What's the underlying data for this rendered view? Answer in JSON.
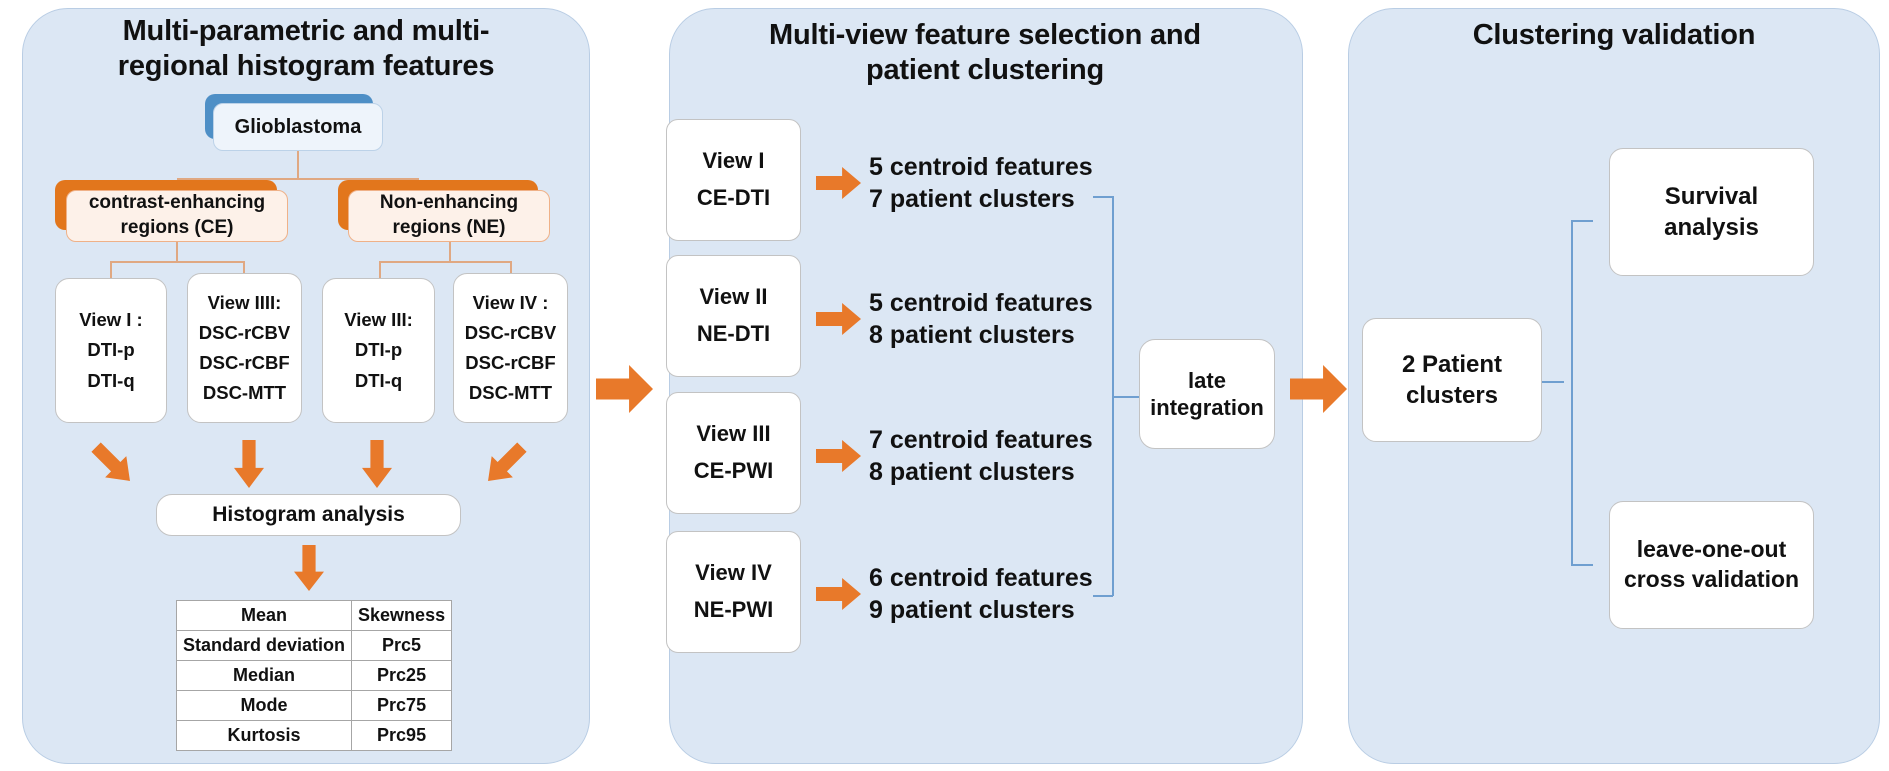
{
  "panels": [
    {
      "title_line1": "Multi-parametric and multi-",
      "title_line2": "regional histogram features"
    },
    {
      "title_line1": "Multi-view feature selection and",
      "title_line2": "patient clustering"
    },
    {
      "title_line1": "Clustering validation",
      "title_line2": ""
    }
  ],
  "left": {
    "root": "Glioblastoma",
    "regions": [
      {
        "line1": "contrast-enhancing",
        "line2": "regions  (CE)"
      },
      {
        "line1": "Non-enhancing",
        "line2": "regions  (NE)"
      }
    ],
    "views": [
      {
        "title": "View I :",
        "items": [
          "DTI-p",
          "DTI-q"
        ]
      },
      {
        "title": "View IIII:",
        "items": [
          "DSC-rCBV",
          "DSC-rCBF",
          "DSC-MTT"
        ]
      },
      {
        "title": "View III:",
        "items": [
          "DTI-p",
          "DTI-q"
        ]
      },
      {
        "title": "View IV :",
        "items": [
          "DSC-rCBV",
          "DSC-rCBF",
          "DSC-MTT"
        ]
      }
    ],
    "histogram_label": "Histogram analysis",
    "feature_table": {
      "rows": [
        [
          "Mean",
          "Skewness"
        ],
        [
          "Standard  deviation",
          "Prc5"
        ],
        [
          "Median",
          "Prc25"
        ],
        [
          "Mode",
          "Prc75"
        ],
        [
          "Kurtosis",
          "Prc95"
        ]
      ]
    }
  },
  "middle": {
    "views": [
      {
        "name": "View I",
        "modality": "CE-DTI",
        "result_line1": "5 centroid features",
        "result_line2": "7 patient clusters"
      },
      {
        "name": "View II",
        "modality": "NE-DTI",
        "result_line1": "5 centroid features",
        "result_line2": "8 patient clusters"
      },
      {
        "name": "View III",
        "modality": "CE-PWI",
        "result_line1": "7 centroid features",
        "result_line2": "8 patient clusters"
      },
      {
        "name": "View IV",
        "modality": "NE-PWI",
        "result_line1": "6 centroid features",
        "result_line2": "9 patient clusters"
      }
    ],
    "integration": {
      "line1": "late",
      "line2": "integration"
    }
  },
  "right": {
    "clusters": {
      "line1": "2 Patient",
      "line2": "clusters"
    },
    "outputs": [
      {
        "line1": "Survival",
        "line2": "analysis"
      },
      {
        "line1": "leave-one-out",
        "line2": "cross validation"
      }
    ]
  },
  "colors": {
    "panel_bg": "#dce7f4",
    "panel_border": "#b9cde4",
    "accent_orange": "#e8792a",
    "accent_blue": "#4e8fc6",
    "region_bg": "#fdf1e9",
    "root_bg": "#eef4fb"
  },
  "icons": {
    "arrow_right": "arrow-right-icon",
    "arrow_down": "arrow-down-icon",
    "arrow_diagonal": "arrow-diagonal-icon"
  }
}
